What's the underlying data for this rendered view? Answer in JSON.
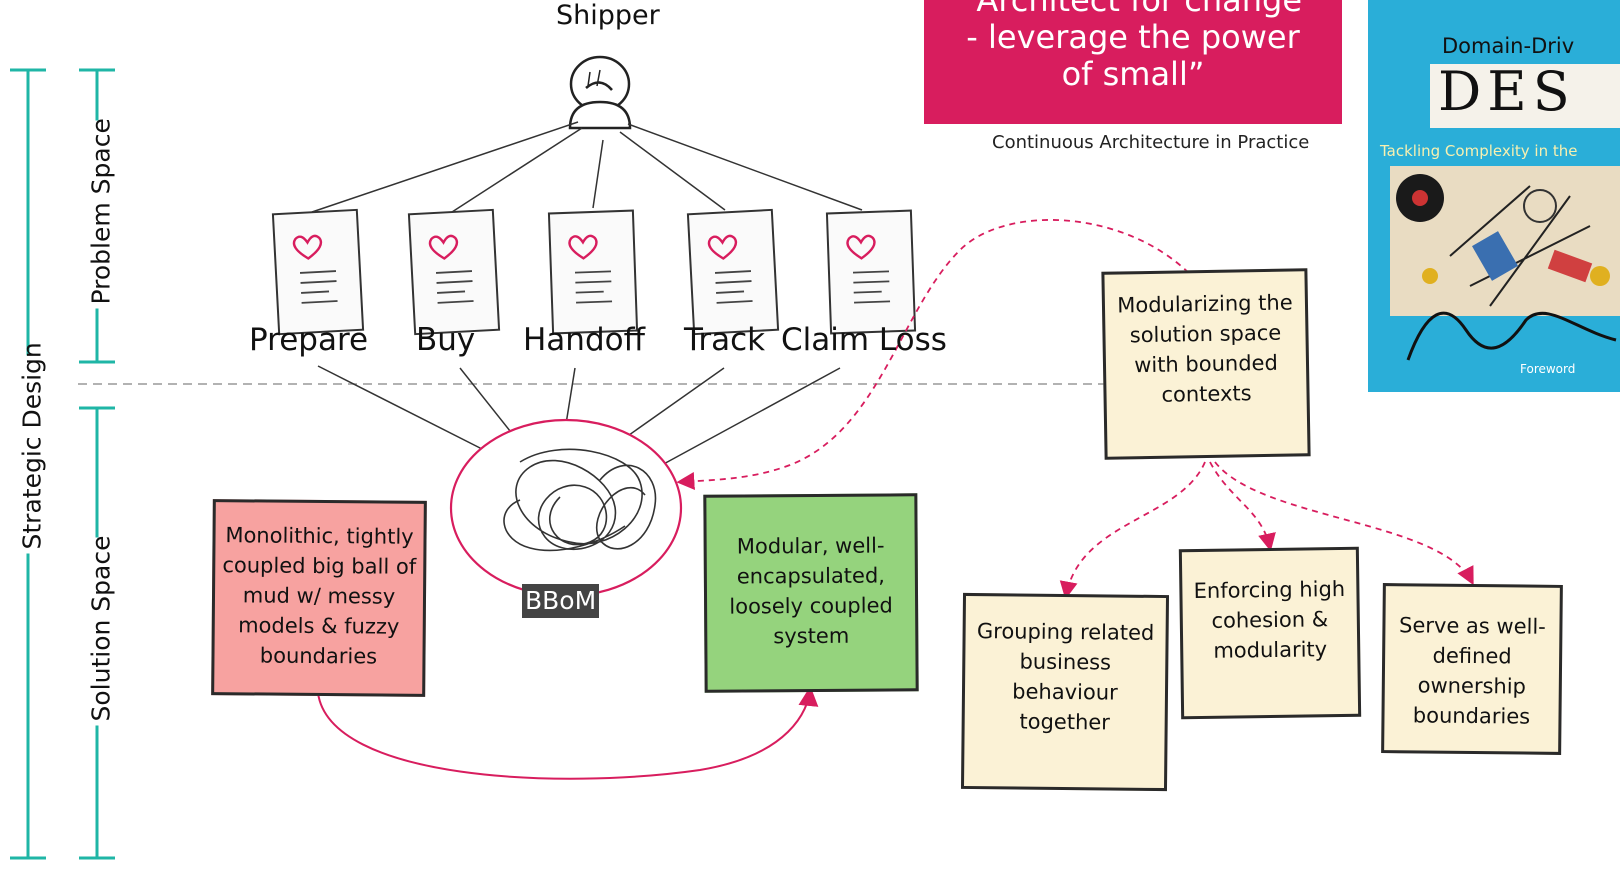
{
  "left_axis": {
    "strategic": "Strategic Design",
    "problem": "Problem Space",
    "solution": "Solution Space"
  },
  "actor": {
    "label": "Shipper"
  },
  "capabilities": [
    "Prepare",
    "Buy",
    "Handoff",
    "Track",
    "Claim Loss"
  ],
  "bbom": {
    "label": "BBoM"
  },
  "notes": {
    "monolithic": "Monolithic, tightly coupled big ball of mud w/ messy models & fuzzy boundaries",
    "modular": "Modular, well-encapsulated, loosely coupled system",
    "modularizing": "Modularizing the solution space with bounded contexts",
    "grouping": "Grouping related business behaviour together",
    "enforcing": "Enforcing high cohesion & modularity",
    "serve": "Serve as well-defined ownership boundaries"
  },
  "quote": {
    "line1": "“Architect for change",
    "line2": "- leverage the power",
    "line3": "of small”",
    "source": "Continuous Architecture in Practice"
  },
  "book": {
    "title_top": "Domain-Driv",
    "title_big": "DES",
    "subtitle": "Tackling Complexity in the",
    "foreword": "Foreword"
  },
  "colors": {
    "accent": "#d81d5e",
    "teal": "#1fb6a6",
    "note_cream": "#fbf2d6",
    "note_red": "#f7a2a0",
    "note_green": "#95d37d",
    "book_blue": "#2aaed8"
  }
}
